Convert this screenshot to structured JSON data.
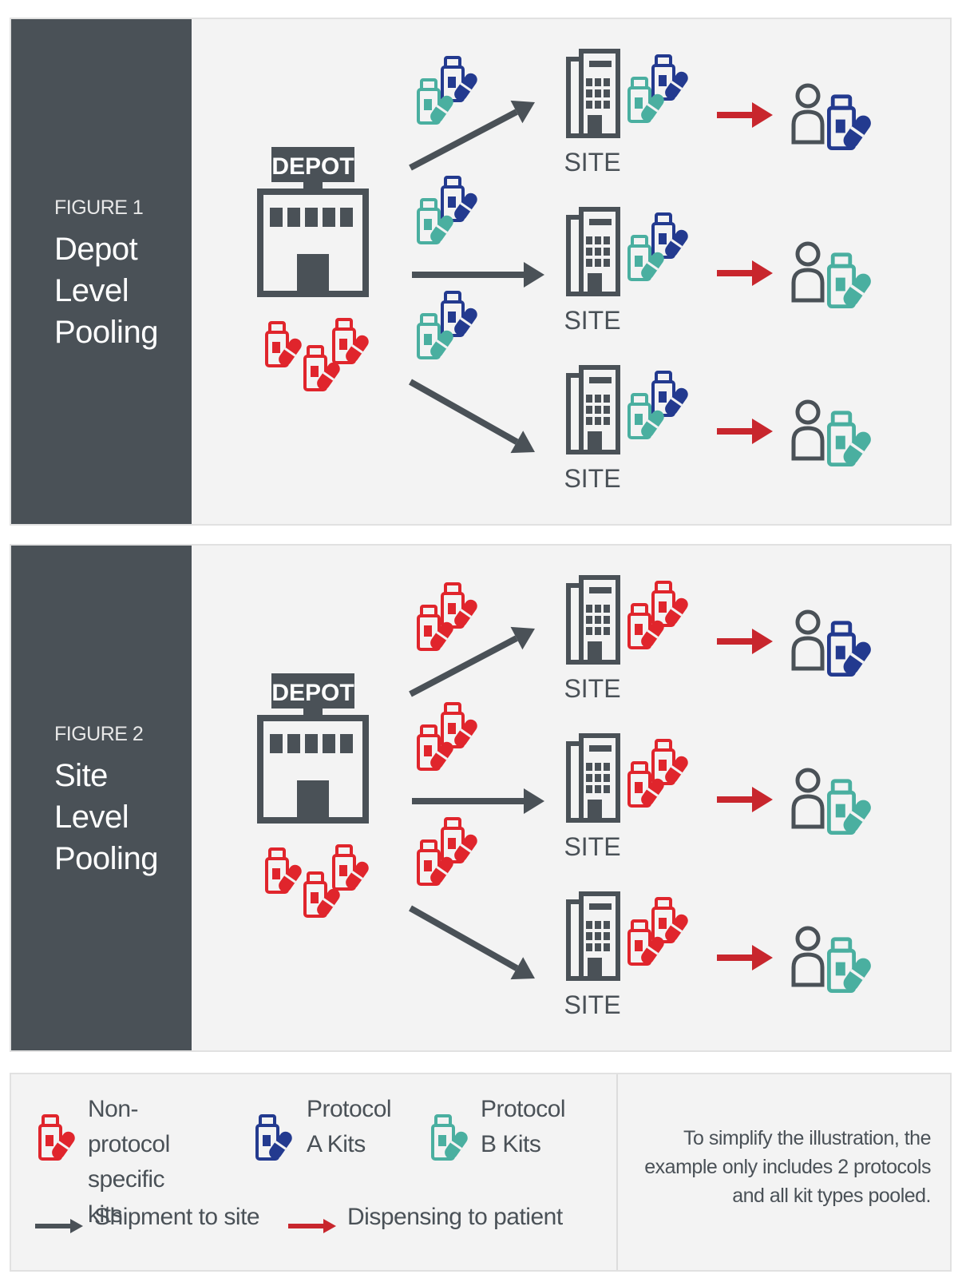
{
  "colors": {
    "dark": "#4a5157",
    "non_protocol": "#e0252c",
    "protocol_a": "#233a8f",
    "protocol_b": "#4aafa0",
    "dispense_arrow": "#c8262d"
  },
  "panels": [
    {
      "figure_label": "FIGURE 1",
      "title": "Depot Level Pooling",
      "depot_label": "DEPOT",
      "site_label": "SITE",
      "shipments": [
        "mixed",
        "mixed",
        "mixed"
      ],
      "site_stock": [
        "mixed",
        "mixed",
        "mixed"
      ],
      "patient_kits": [
        "protocol_a",
        "protocol_b",
        "protocol_b"
      ]
    },
    {
      "figure_label": "FIGURE 2",
      "title": "Site Level Pooling",
      "depot_label": "DEPOT",
      "site_label": "SITE",
      "shipments": [
        "non_protocol",
        "non_protocol",
        "non_protocol"
      ],
      "site_stock": [
        "non_protocol",
        "non_protocol",
        "non_protocol"
      ],
      "patient_kits": [
        "protocol_a",
        "protocol_b",
        "protocol_b"
      ]
    }
  ],
  "legend": {
    "non_protocol": "Non-protocol\nspecific kits",
    "protocol_a": "Protocol\nA Kits",
    "protocol_b": "Protocol\nB Kits",
    "shipment": "Shipment to site",
    "dispensing": "Dispensing to patient",
    "note": "To simplify the illustration, the example only includes 2 protocols and all kit types pooled."
  }
}
